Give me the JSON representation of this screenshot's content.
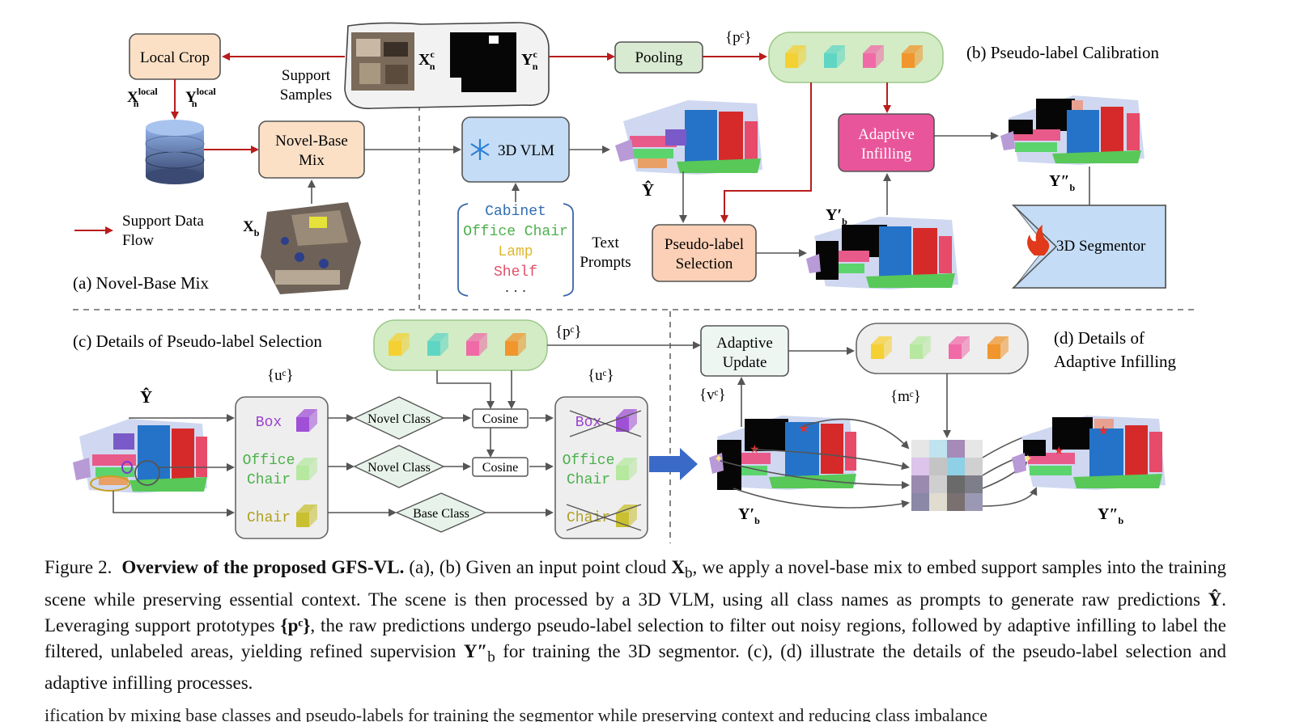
{
  "panel_titles": {
    "a": "(a) Novel-Base Mix",
    "b": "(b) Pseudo-label Calibration",
    "c": "(c) Details of Pseudo-label Selection",
    "d_line1": "(d) Details of",
    "d_line2": "Adaptive Infilling"
  },
  "boxes": {
    "local_crop": "Local Crop",
    "novel_base_mix_1": "Novel-Base",
    "novel_base_mix_2": "Mix",
    "vlm": "3D VLM",
    "pooling": "Pooling",
    "adaptive_infilling_1": "Adaptive",
    "adaptive_infilling_2": "Infilling",
    "pseudo_selection_1": "Pseudo-label",
    "pseudo_selection_2": "Selection",
    "segmentor": "3D Segmentor",
    "adaptive_update_1": "Adaptive",
    "adaptive_update_2": "Update",
    "cosine_1": "Cosine",
    "cosine_2": "Cosine",
    "novel_class_1": "Novel Class",
    "novel_class_2": "Novel Class",
    "base_class": "Base Class"
  },
  "labels": {
    "support_samples_1": "Support",
    "support_samples_2": "Samples",
    "support_flow_1": "Support Data",
    "support_flow_2": "Flow",
    "text_prompts_1": "Text",
    "text_prompts_2": "Prompts",
    "x_local": "X",
    "x_local_sup": "local",
    "x_local_sub": "n",
    "y_local": "Y",
    "y_local_sup": "local",
    "y_local_sub": "n",
    "xnc": "X",
    "xnc_sup": "c",
    "xnc_sub": "n",
    "ync": "Y",
    "ync_sup": "c",
    "ync_sub": "n",
    "xb": "X",
    "xb_sub": "b",
    "yhat_1": "Ŷ",
    "yhat_2": "Ŷ",
    "yb_prime_1": "Y′",
    "yb_prime_1_sub": "b",
    "yb_dprime_1": "Y″",
    "yb_dprime_1_sub": "b",
    "yb_prime_2": "Y′",
    "yb_prime_2_sub": "b",
    "yb_dprime_2": "Y″",
    "yb_dprime_2_sub": "b",
    "pc_1": "{pᶜ}",
    "pc_2": "{pᶜ}",
    "uc_1": "{uᶜ}",
    "uc_2": "{uᶜ}",
    "vc": "{vᶜ}",
    "mc": "{mᶜ}"
  },
  "prompts": [
    "Cabinet",
    "Office Chair",
    "Lamp",
    "Shelf",
    "· · ·"
  ],
  "prompt_colors": [
    "#2f6db0",
    "#4cb04c",
    "#e0b830",
    "#e0506a",
    "#222222"
  ],
  "class_list_left": [
    "Box",
    "Office",
    "Chair",
    "Chair"
  ],
  "class_list_right": [
    "Box",
    "Office",
    "Chair",
    "Chair"
  ],
  "prototype_colors": [
    "#f5d033",
    "#5fd6c4",
    "#f06aa8",
    "#f0962c"
  ],
  "caption": {
    "fig": "Figure 2.",
    "title": "Overview of the proposed GFS-VL.",
    "p1": " (a), (b) Given an input point cloud ",
    "xb": "X",
    "xb_sub": "b",
    "p2": ", we apply a novel-base mix to embed support samples into the training scene while preserving essential context. The scene is then processed by a 3D VLM, using all class names as prompts to generate raw predictions ",
    "yhat": "Ŷ",
    "p3": ". Leveraging support prototypes ",
    "pc": "{pᶜ}",
    "p4": ", the raw predictions undergo pseudo-label selection to filter out noisy regions, followed by adaptive infilling to label the filtered, unlabeled areas, yielding refined supervision ",
    "ybpp": "Y″",
    "ybpp_sub": "b",
    "p5": " for training the 3D segmentor. (c), (d) illustrate the details of the pseudo-label selection and adaptive infilling processes."
  },
  "cutoff_text": "ification by mixing base classes and pseudo-labels for training the segmentor while preserving context and reducing class imbalance"
}
